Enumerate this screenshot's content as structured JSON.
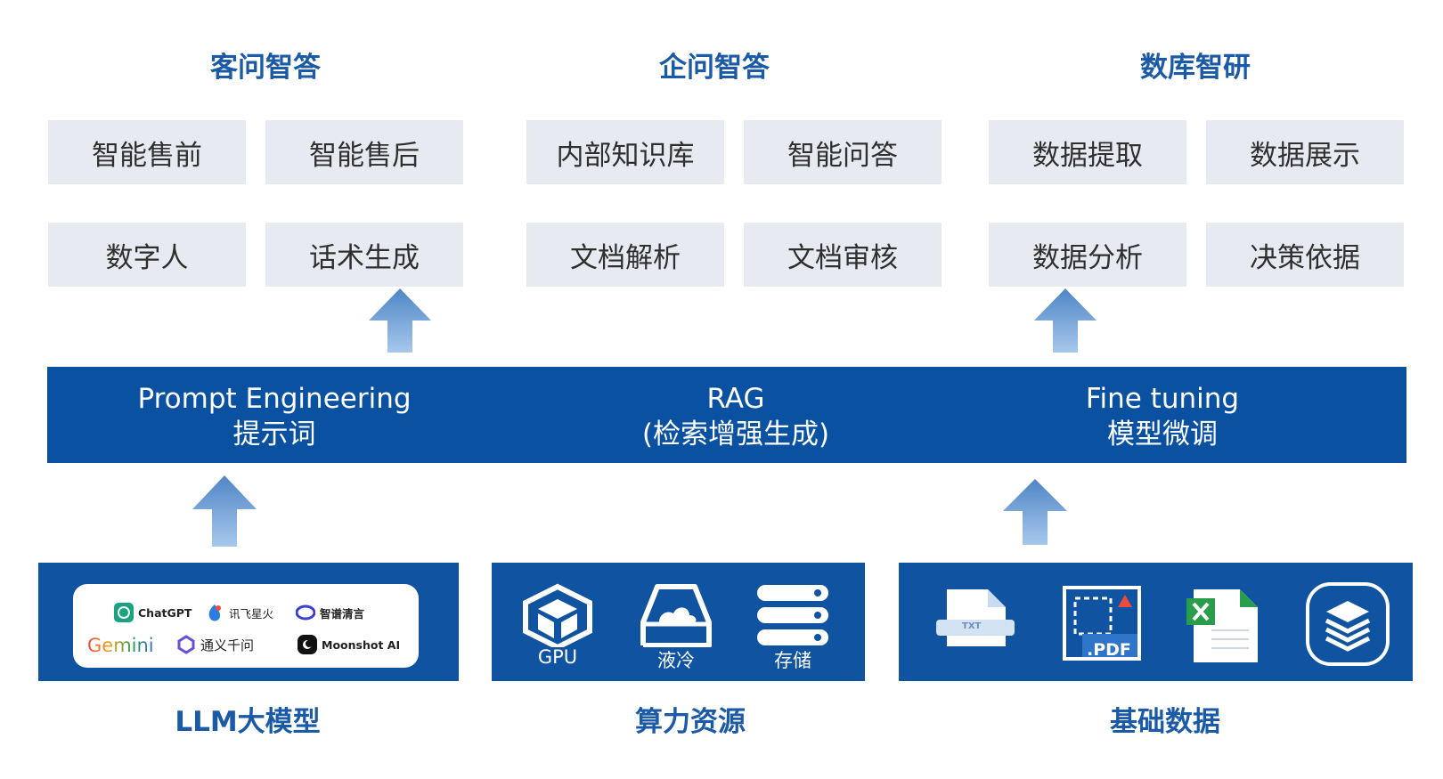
{
  "columns": {
    "c1": {
      "title": "客问智答",
      "items": [
        "智能售前",
        "智能售后",
        "数字人",
        "话术生成"
      ]
    },
    "c2": {
      "title": "企问智答",
      "items": [
        "内部知识库",
        "智能问答",
        "文档解析",
        "文档审核"
      ]
    },
    "c3": {
      "title": "数库智研",
      "items": [
        "数据提取",
        "数据展示",
        "数据分析",
        "决策依据"
      ]
    }
  },
  "techniques": [
    {
      "en": "Prompt Engineering",
      "zh": "提示词"
    },
    {
      "en": "RAG",
      "zh": "(检索增强生成)"
    },
    {
      "en": "Fine tuning",
      "zh": "模型微调"
    }
  ],
  "llm": {
    "title": "LLM大模型",
    "logos": [
      "ChatGPT",
      "讯飞星火",
      "智谱清言",
      "Gemini",
      "通义千问",
      "Moonshot AI"
    ]
  },
  "compute": {
    "title": "算力资源",
    "icons": [
      {
        "label": "GPU",
        "icon": "gpu-cube-icon"
      },
      {
        "label": "液冷",
        "icon": "liquid-cooling-icon"
      },
      {
        "label": "存储",
        "icon": "storage-server-icon"
      }
    ]
  },
  "data_base": {
    "title": "基础数据",
    "txt_label": "TXT",
    "pdf_label": ".PDF",
    "icons": [
      "txt-file-icon",
      "pdf-file-icon",
      "excel-file-icon",
      "database-stack-icon"
    ]
  },
  "colors": {
    "title_blue": "#1a5aa6",
    "band_blue": "#0a51a2",
    "panel_blue": "#0f53a1",
    "box_gray": "#e7ebf1",
    "arrow_top": "#4f86c6",
    "arrow_bottom": "#9dc1e8"
  }
}
